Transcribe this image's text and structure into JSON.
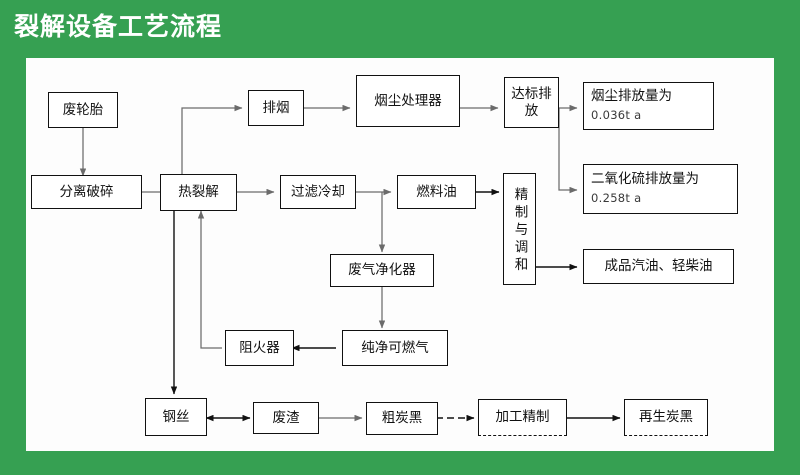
{
  "header": {
    "title": "裂解设备工艺流程",
    "bar_color": "#36a052",
    "title_color": "#ffffff"
  },
  "canvas": {
    "background": "#fdfdfd",
    "line_color": "#6b6b6b",
    "line_color_dark": "#111111"
  },
  "nodes": {
    "waste_tire": {
      "label": "废轮胎"
    },
    "separate_crush": {
      "label": "分离破碎"
    },
    "pyrolysis": {
      "label": "热裂解"
    },
    "exhaust_smoke": {
      "label": "排烟"
    },
    "dust_processor": {
      "label": "烟尘处理器"
    },
    "compliant_emission": {
      "label": "达标排放"
    },
    "dust_emission": {
      "label": "烟尘排放量为",
      "value": "0.036t a"
    },
    "so2_emission": {
      "label": "二氧化硫排放量为",
      "value": "0.258t a"
    },
    "filter_cooling": {
      "label": "过滤冷却"
    },
    "fuel_oil": {
      "label": "燃料油"
    },
    "refine_blend": {
      "label": "精制与调和"
    },
    "finished_oil": {
      "label": "成品汽油、轻柴油"
    },
    "gas_purifier": {
      "label": "废气净化器"
    },
    "clean_gas": {
      "label": "纯净可燃气"
    },
    "flame_arrester": {
      "label": "阻火器"
    },
    "steel_wire": {
      "label": "钢丝"
    },
    "waste_residue": {
      "label": "废渣"
    },
    "crude_carbon_black": {
      "label": "粗炭黑"
    },
    "process_refine": {
      "label": "加工精制"
    },
    "recycled_carbon_black": {
      "label": "再生炭黑"
    }
  },
  "flow_edges": [
    {
      "from": "waste_tire",
      "to": "separate_crush",
      "style": "solid"
    },
    {
      "from": "separate_crush",
      "to": "pyrolysis",
      "style": "solid"
    },
    {
      "from": "pyrolysis",
      "to": "exhaust_smoke",
      "style": "solid"
    },
    {
      "from": "exhaust_smoke",
      "to": "dust_processor",
      "style": "solid"
    },
    {
      "from": "dust_processor",
      "to": "compliant_emission",
      "style": "solid"
    },
    {
      "from": "compliant_emission",
      "to": "dust_emission",
      "style": "solid"
    },
    {
      "from": "compliant_emission",
      "to": "so2_emission",
      "style": "solid"
    },
    {
      "from": "pyrolysis",
      "to": "filter_cooling",
      "style": "solid"
    },
    {
      "from": "filter_cooling",
      "to": "fuel_oil",
      "style": "solid"
    },
    {
      "from": "filter_cooling",
      "to": "gas_purifier",
      "style": "solid"
    },
    {
      "from": "fuel_oil",
      "to": "refine_blend",
      "style": "solid"
    },
    {
      "from": "refine_blend",
      "to": "finished_oil",
      "style": "solid"
    },
    {
      "from": "gas_purifier",
      "to": "clean_gas",
      "style": "solid"
    },
    {
      "from": "clean_gas",
      "to": "flame_arrester",
      "style": "solid"
    },
    {
      "from": "flame_arrester",
      "to": "pyrolysis",
      "style": "solid"
    },
    {
      "from": "pyrolysis",
      "to": "steel_wire",
      "style": "solid"
    },
    {
      "from": "steel_wire",
      "to": "waste_residue",
      "style": "bidirectional"
    },
    {
      "from": "waste_residue",
      "to": "crude_carbon_black",
      "style": "solid"
    },
    {
      "from": "crude_carbon_black",
      "to": "process_refine",
      "style": "dashed"
    },
    {
      "from": "process_refine",
      "to": "recycled_carbon_black",
      "style": "solid"
    }
  ]
}
